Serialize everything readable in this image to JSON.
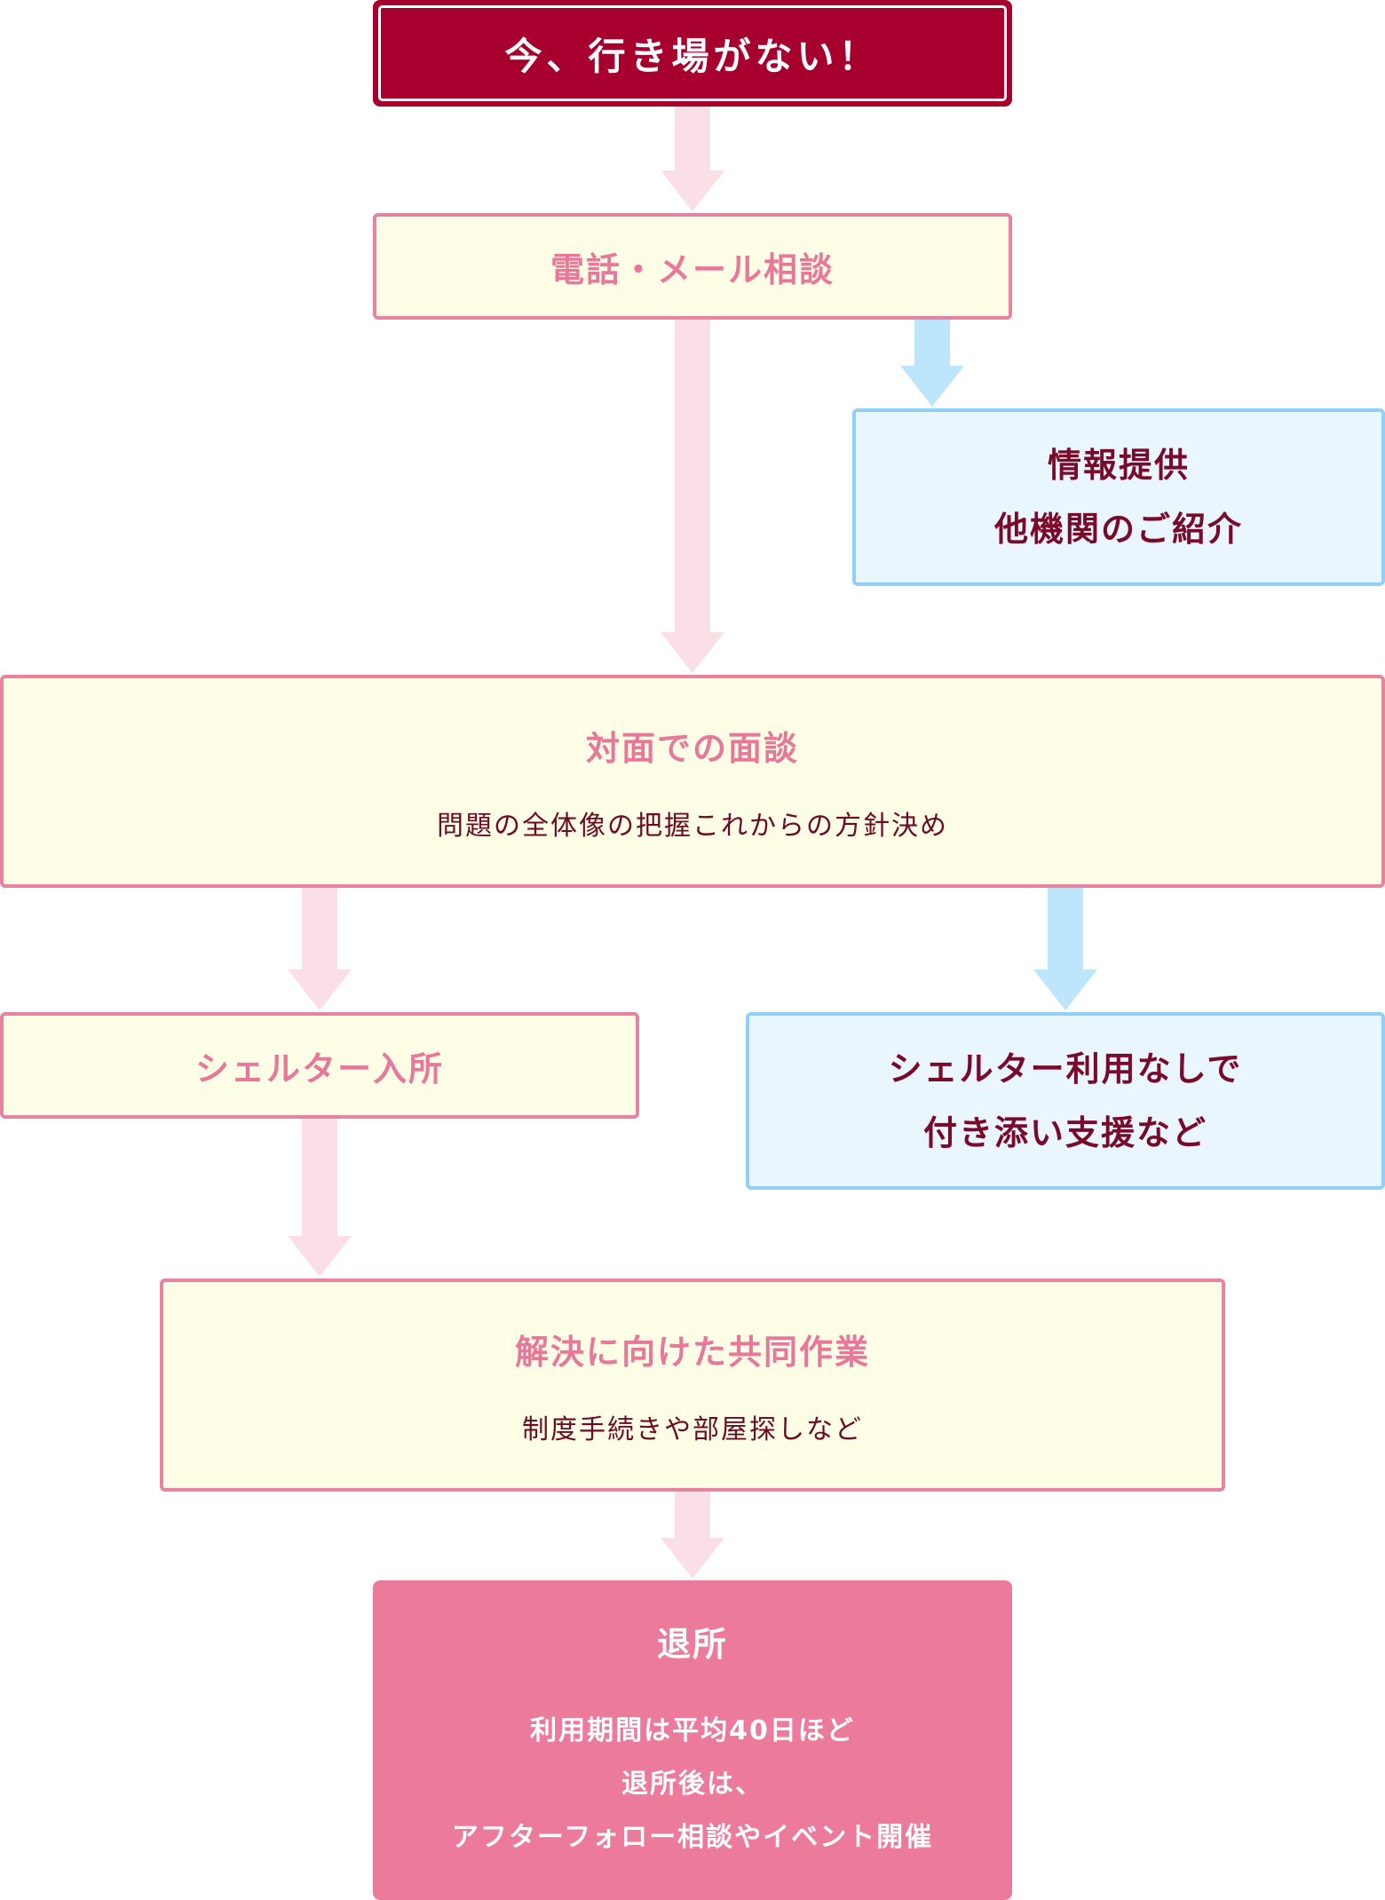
{
  "nodes": {
    "start": {
      "label": "今、行き場がない！"
    },
    "phone_mail": {
      "label": "電話・メール相談"
    },
    "info": {
      "lines": [
        "情報提供",
        "他機関のご紹介"
      ]
    },
    "interview": {
      "title": "対面での面談",
      "sub": "問題の全体像の把握これからの方針決め"
    },
    "shelter_in": {
      "label": "シェルター入所"
    },
    "no_shelter": {
      "lines": [
        "シェルター利用なしで",
        "付き添い支援など"
      ]
    },
    "joint_work": {
      "title": "解決に向けた共同作業",
      "sub": "制度手続きや部屋探しなど"
    },
    "exit": {
      "title": "退所",
      "lines": [
        "利用期間は平均40日ほど",
        "退所後は、",
        "アフターフォロー相談やイベント開催"
      ]
    }
  },
  "colors": {
    "start_bg": "#a8002e",
    "yellow_bg": "#fefee6",
    "yellow_border": "#e8829f",
    "blue_bg": "#eaf6fe",
    "blue_border": "#90d0f8",
    "pink_arrow": "#fadfe6",
    "blue_arrow": "#bde5fb",
    "exit_bg": "#eb7a9b"
  }
}
